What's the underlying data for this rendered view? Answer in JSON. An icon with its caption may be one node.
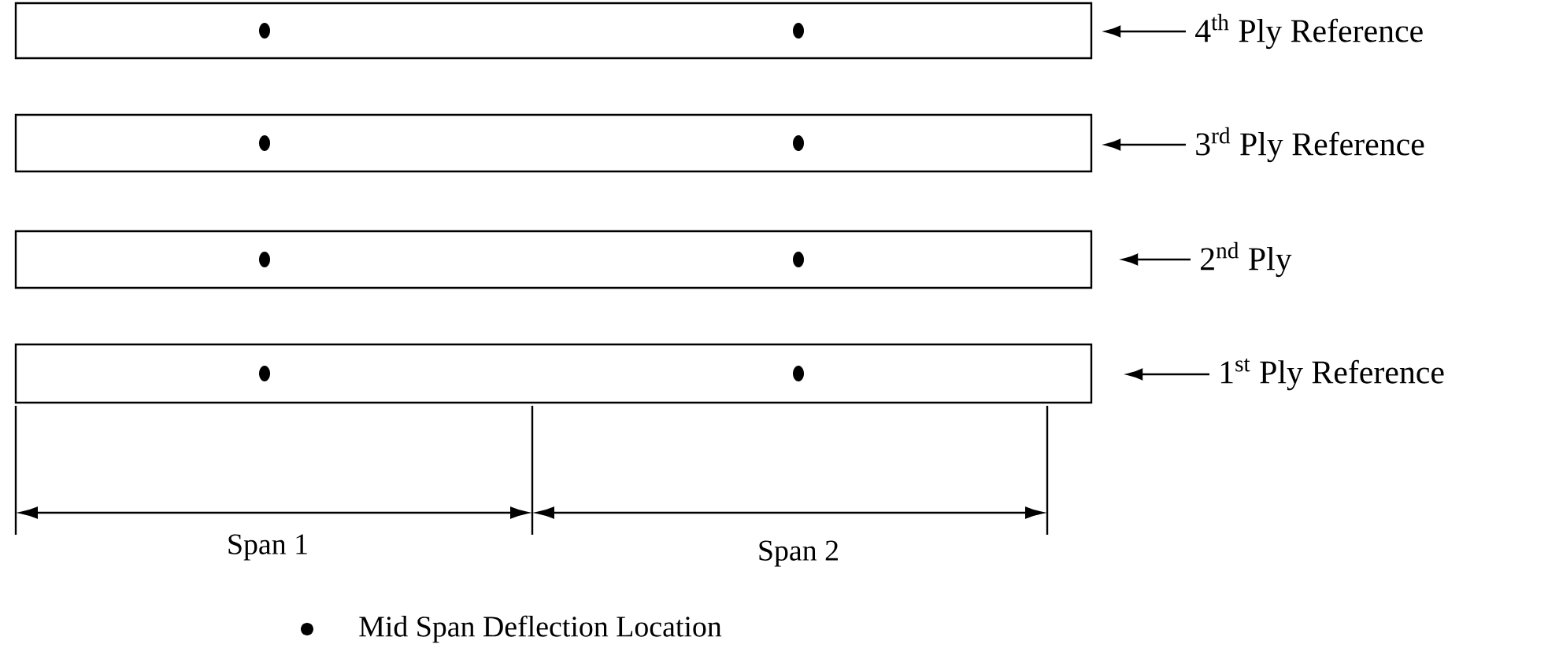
{
  "diagram": {
    "nodes": [
      {
        "text": [],
        "shape": "box"
      },
      {
        "text": [],
        "shape": "box"
      },
      {
        "text": [],
        "shape": "box"
      },
      {
        "text": [],
        "shape": "box"
      },
      {
        "text": [
          "4$^{th}$ Ply Reference"
        ]
      },
      {
        "text": [
          "3$^{rd}$ Ply Reference"
        ]
      },
      {
        "text": [
          "2$^{nd}$ Ply"
        ]
      },
      {
        "text": [
          "1$^{st}$ Ply Reference"
        ]
      }
    ],
    "edges": [
      {
        "from": 4,
        "to": 0,
        "arrow": "to"
      },
      {
        "from": 5,
        "to": 1,
        "arrow": "to"
      },
      {
        "from": 6,
        "to": 2,
        "arrow": "to"
      },
      {
        "from": 7,
        "to": 3,
        "arrow": "to"
      }
    ],
    "labels": [
      "Span 1",
      "Span 2"
    ],
    "legend": [
      {
        "text": "Mid Span Deflection Location"
      }
    ]
  }
}
